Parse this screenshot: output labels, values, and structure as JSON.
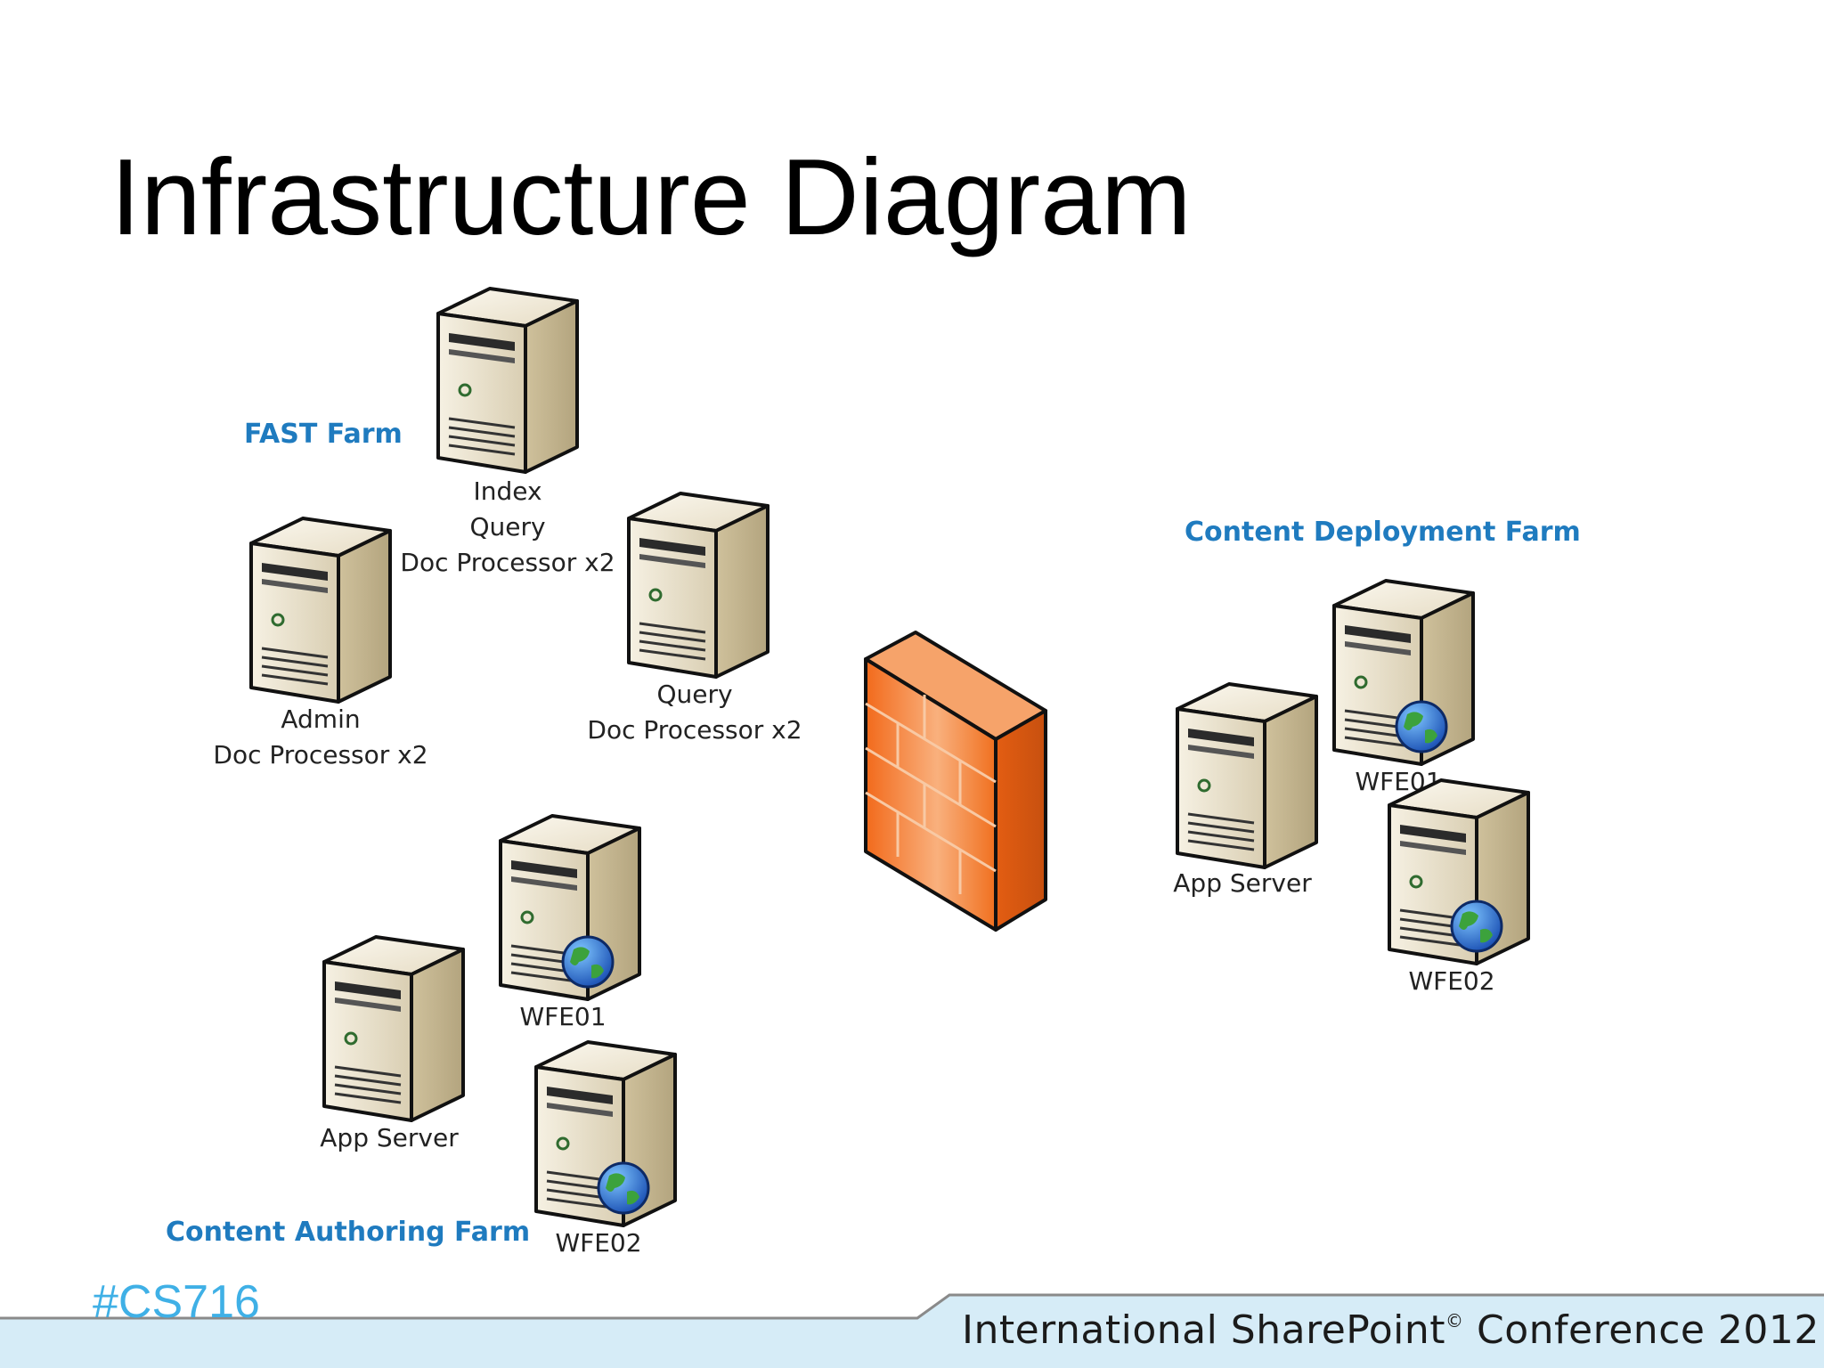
{
  "slide": {
    "title": "Infrastructure Diagram",
    "hashtag": "#CS716",
    "footer": {
      "conference_before": "International SharePoint",
      "conference_mark": "©",
      "conference_after": " Conference 2012"
    }
  },
  "farms": {
    "fast": "FAST Farm",
    "content_deployment": "Content Deployment Farm",
    "content_authoring": "Content Authoring Farm"
  },
  "servers": {
    "fast_index": {
      "lines": [
        "Index",
        "Query",
        "Doc Processor x2"
      ],
      "icon": "server-icon"
    },
    "fast_admin": {
      "lines": [
        "Admin",
        "Doc Processor x2"
      ],
      "icon": "server-icon"
    },
    "fast_query": {
      "lines": [
        "Query",
        "Doc Processor x2"
      ],
      "icon": "server-icon"
    },
    "cd_app": {
      "label": "App Server",
      "icon": "server-icon"
    },
    "cd_wfe01": {
      "label": "WFE01",
      "icon": "web-server-icon"
    },
    "cd_wfe02": {
      "label": "WFE02",
      "icon": "web-server-icon"
    },
    "ca_app": {
      "label": "App Server",
      "icon": "server-icon"
    },
    "ca_wfe01": {
      "label": "WFE01",
      "icon": "web-server-icon"
    },
    "ca_wfe02": {
      "label": "WFE02",
      "icon": "web-server-icon"
    }
  },
  "firewall": {
    "icon": "firewall-icon"
  },
  "colors": {
    "farm_label": "#1f7bbf",
    "hashtag": "#3fb0e6",
    "firewall": "#f47a2a",
    "server_body": "#d8cdb0",
    "footer_band": "#d6ecf7"
  }
}
